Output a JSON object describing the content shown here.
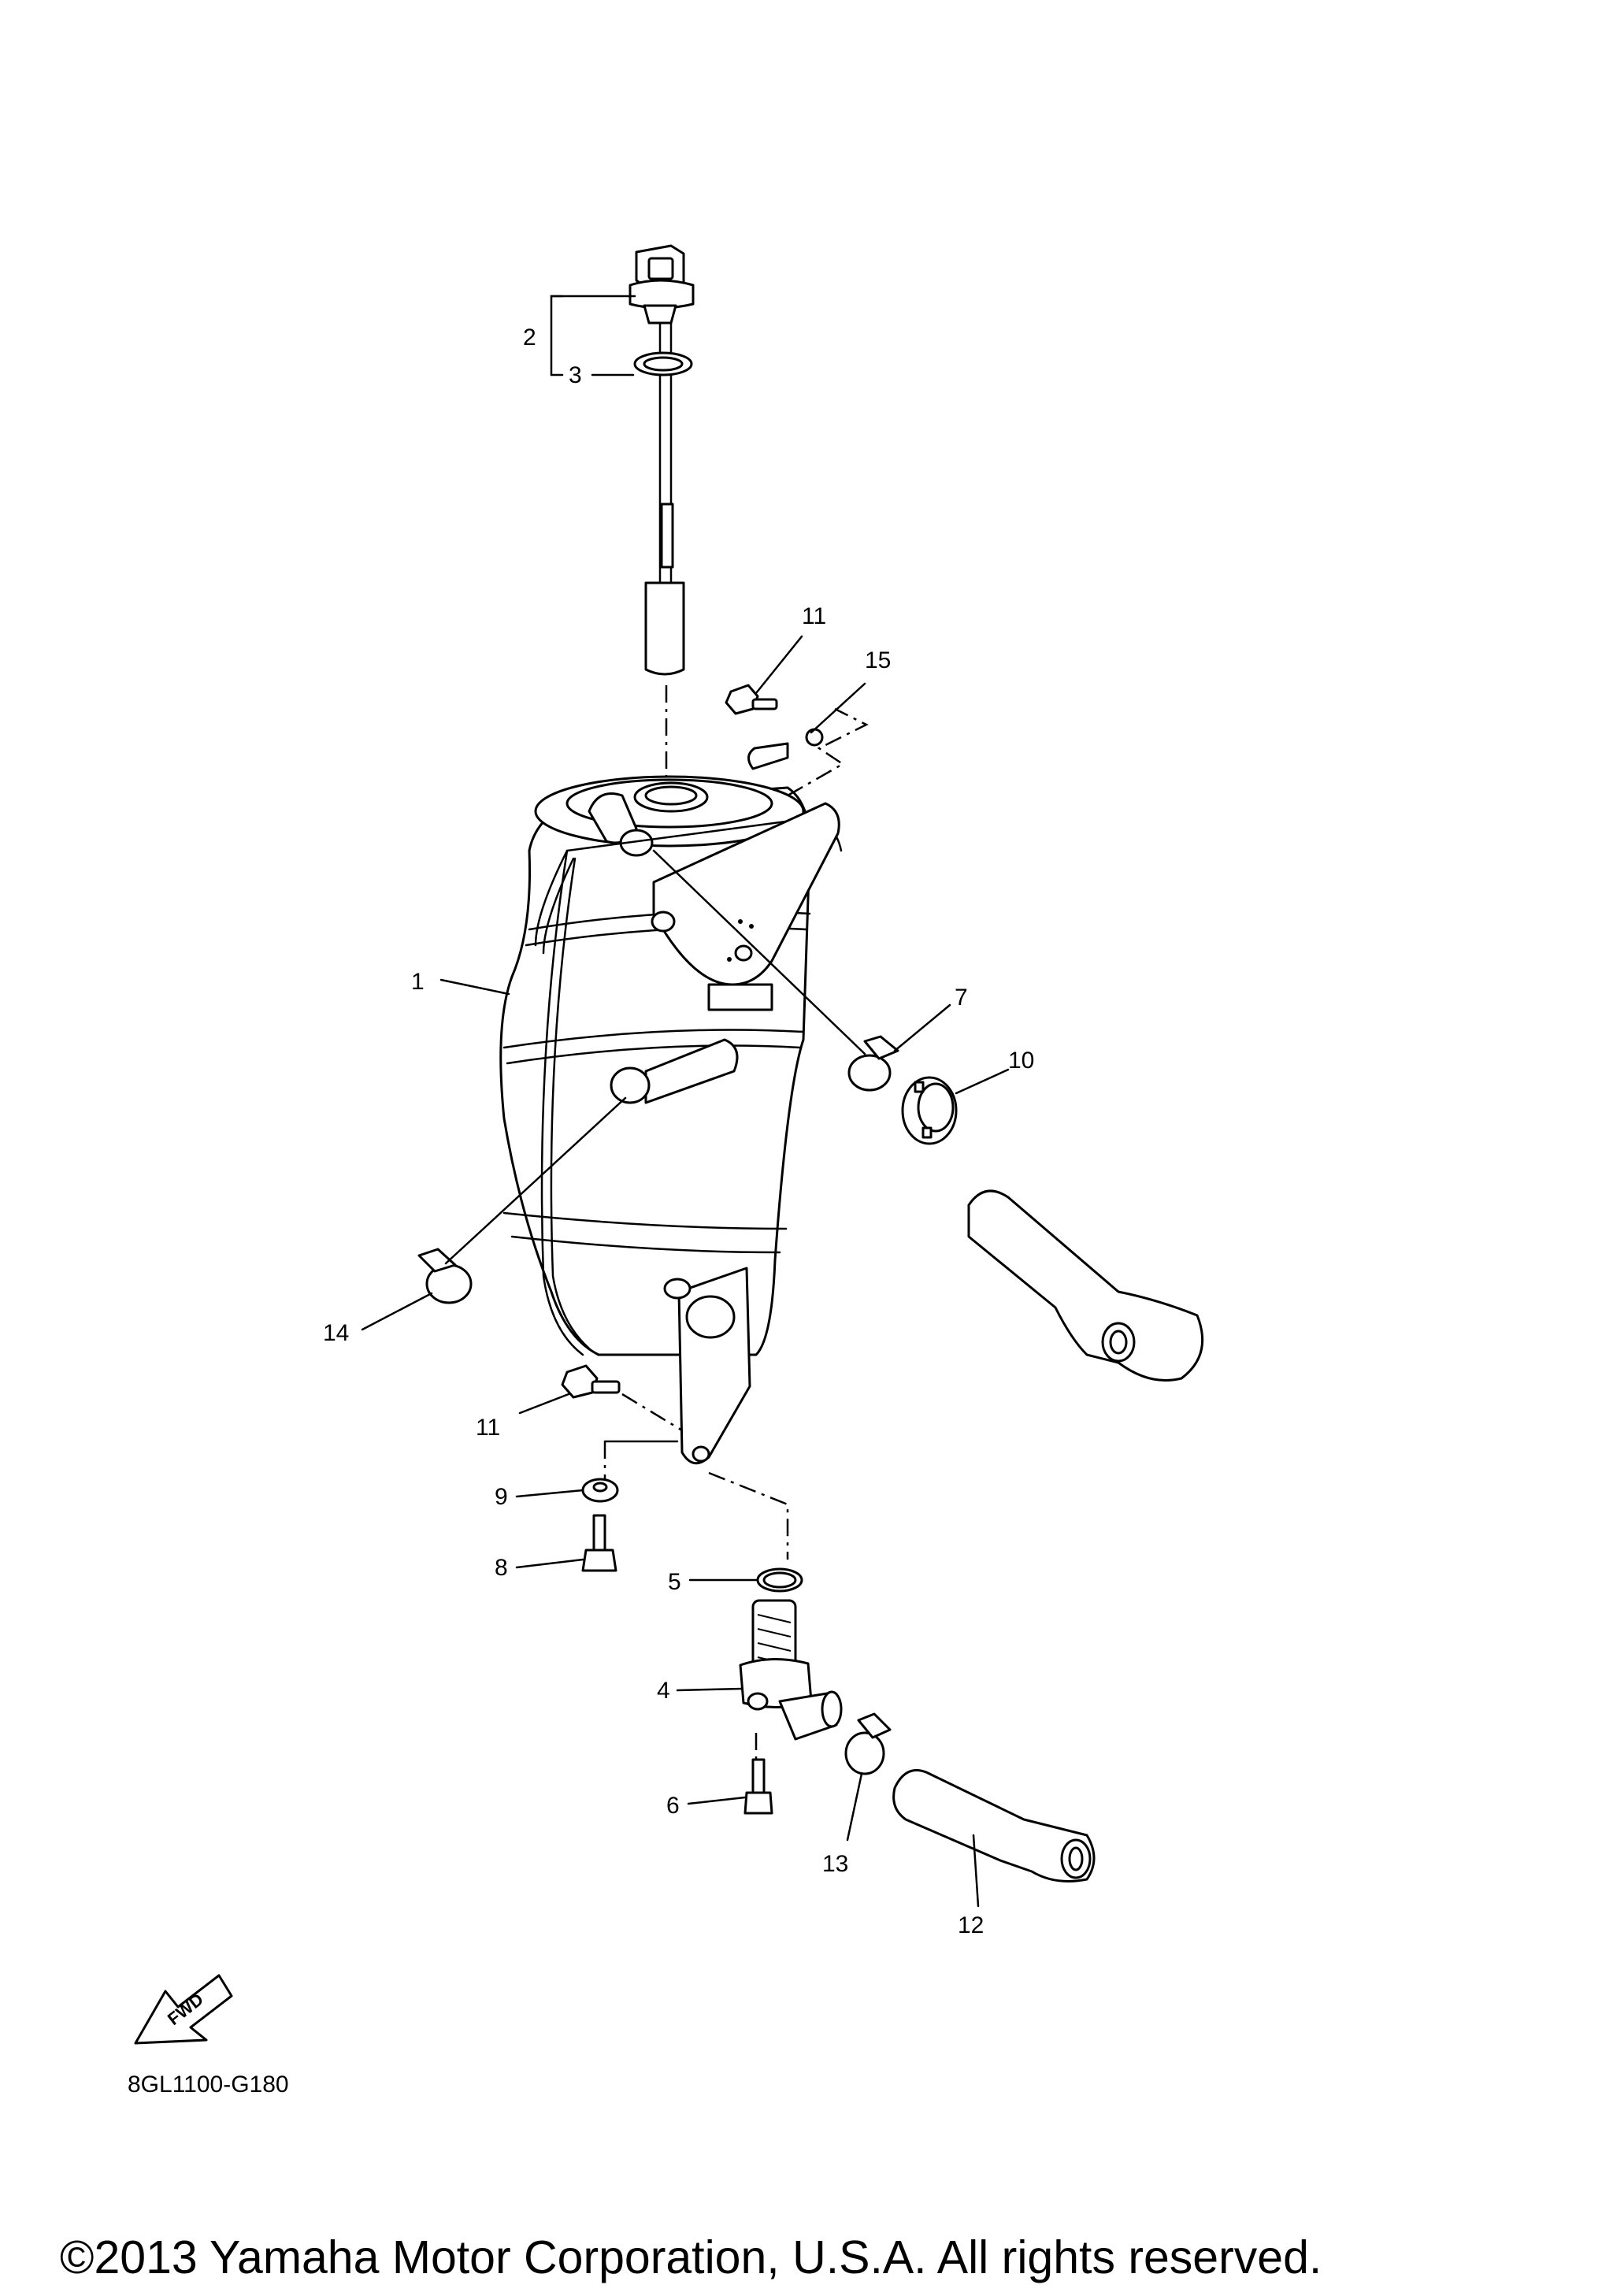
{
  "diagram": {
    "callouts": {
      "c1": "1",
      "c2": "2",
      "c3": "3",
      "c4": "4",
      "c5": "5",
      "c6": "6",
      "c7": "7",
      "c8": "8",
      "c9": "9",
      "c10": "10",
      "c11a": "11",
      "c11b": "11",
      "c12": "12",
      "c13": "13",
      "c14": "14",
      "c15": "15"
    },
    "fwd_label": "FWD",
    "drawing_code": "8GL1100-G180",
    "copyright": "©2013 Yamaha Motor Corporation, U.S.A. All rights reserved."
  }
}
